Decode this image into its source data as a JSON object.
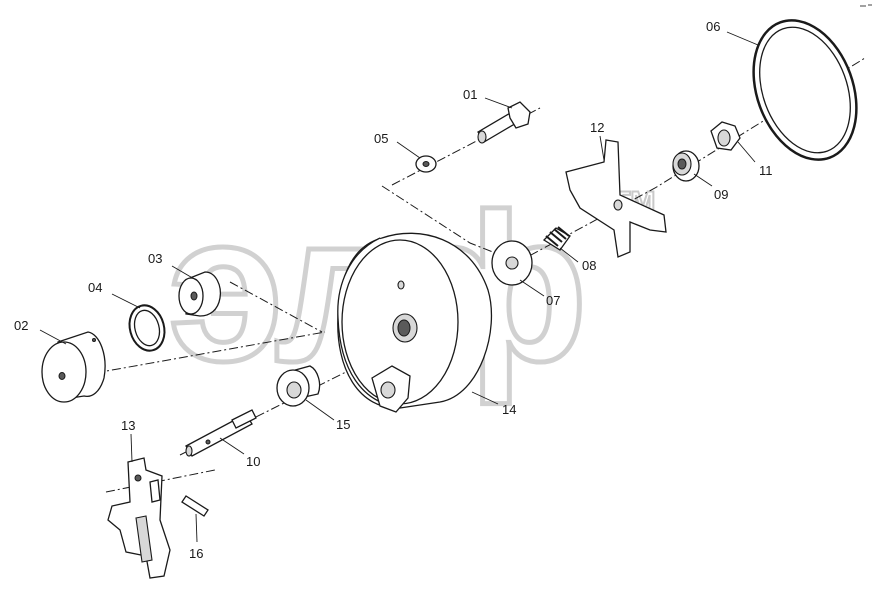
{
  "watermark": {
    "text": "элф",
    "trademark": "TM"
  },
  "labels": {
    "p01": "01",
    "p02": "02",
    "p03": "03",
    "p04": "04",
    "p05": "05",
    "p06": "06",
    "p07": "07",
    "p08": "08",
    "p09": "09",
    "p10": "10",
    "p11": "11",
    "p12": "12",
    "p13": "13",
    "p14": "14",
    "p15": "15",
    "p16": "16"
  }
}
